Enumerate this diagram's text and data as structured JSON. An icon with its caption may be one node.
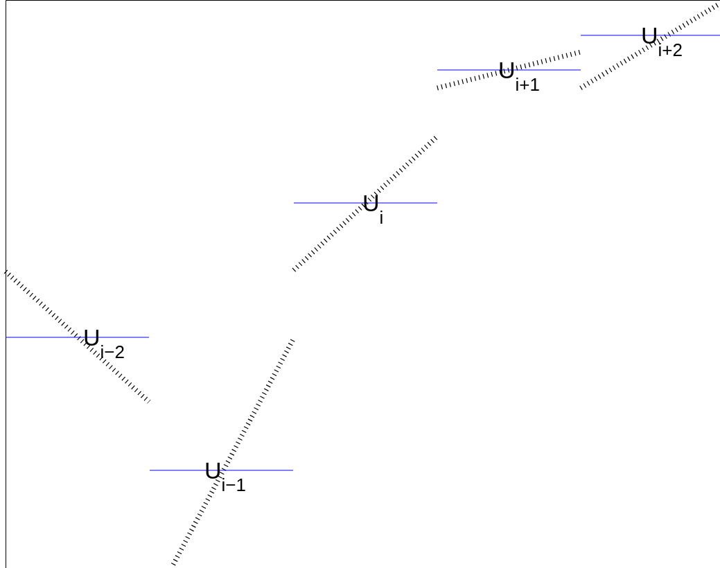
{
  "diagram": {
    "labels": [
      "U$_{i−2}$",
      "U$_{i−1}$",
      "U$_{i}$",
      "U$_{i+1}$",
      "U$_{i+2}$"
    ]
  }
}
